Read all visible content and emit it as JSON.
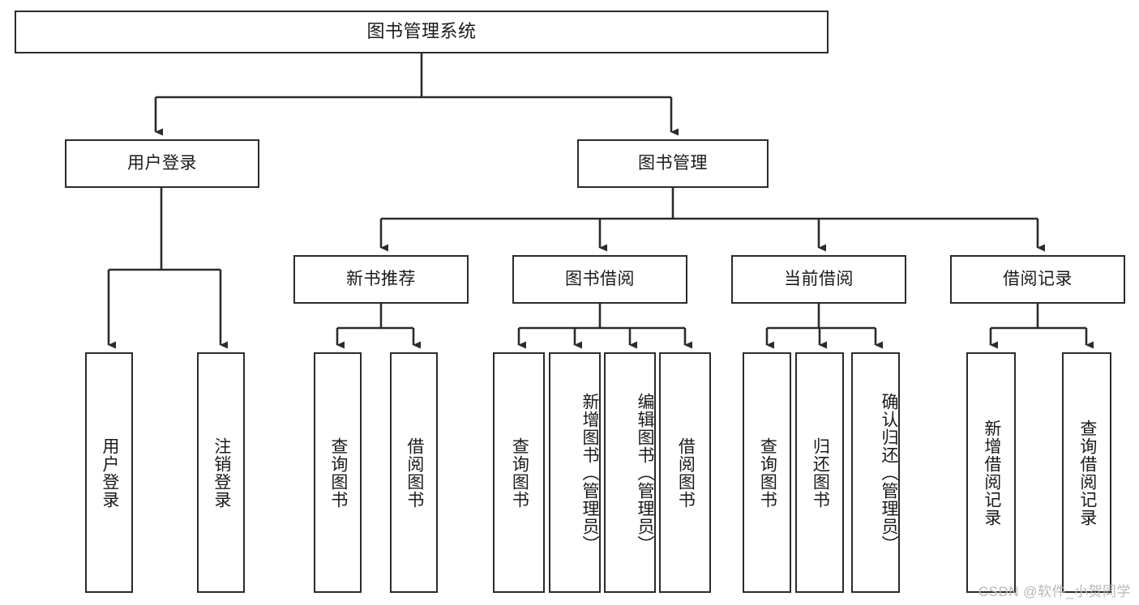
{
  "diagram": {
    "title": "图书管理系统",
    "type": "tree-hierarchy",
    "watermark": "CSDN @软件_小贺同学",
    "colors": {
      "stroke": "#2b2b2b",
      "fill": "#ffffff",
      "text": "#1a1a1a",
      "watermark": "#b8b8b8"
    },
    "nodes": {
      "root": {
        "label": "图书管理系统"
      },
      "level1": [
        {
          "label": "用户登录"
        },
        {
          "label": "图书管理"
        }
      ],
      "level2": [
        {
          "label": "新书推荐"
        },
        {
          "label": "图书借阅"
        },
        {
          "label": "当前借阅"
        },
        {
          "label": "借阅记录"
        }
      ],
      "leaves": {
        "user_login": [
          {
            "label": "用户登录"
          },
          {
            "label": "注销登录"
          }
        ],
        "new_book_recommend": [
          {
            "label": "查询图书"
          },
          {
            "label": "借阅图书"
          }
        ],
        "book_borrow": [
          {
            "label": "查询图书"
          },
          {
            "label": "新增图书（管理员）"
          },
          {
            "label": "编辑图书（管理员）"
          },
          {
            "label": "借阅图书"
          }
        ],
        "current_borrow": [
          {
            "label": "查询图书"
          },
          {
            "label": "归还图书"
          },
          {
            "label": "确认归还（管理员）"
          }
        ],
        "borrow_record": [
          {
            "label": "新增借阅记录"
          },
          {
            "label": "查询借阅记录"
          }
        ]
      }
    }
  }
}
